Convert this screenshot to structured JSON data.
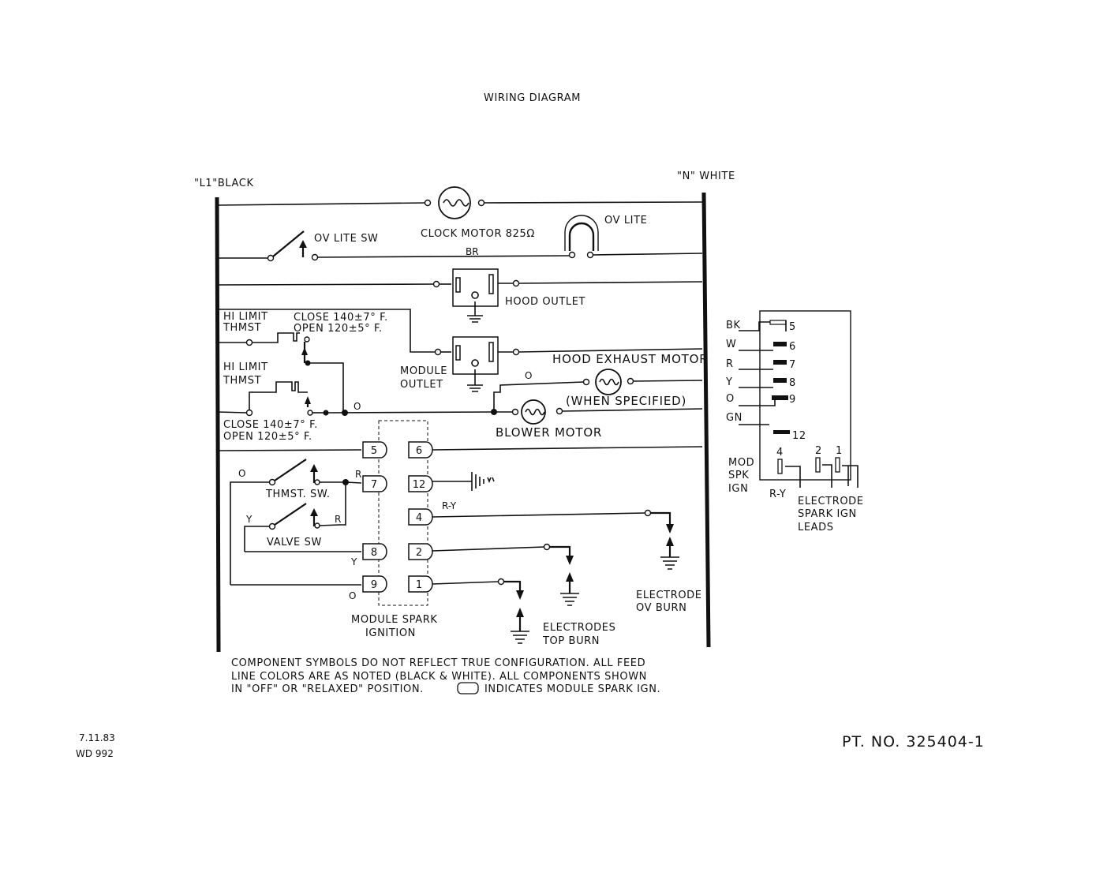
{
  "title": "WIRING DIAGRAM",
  "lines": {
    "l1": "\"L1\"BLACK",
    "n": "\"N\" WHITE"
  },
  "components": {
    "clock_motor": "CLOCK MOTOR 825Ω",
    "ov_lite": "OV LITE",
    "ov_lite_sw": "OV LITE SW",
    "br": "BR",
    "hood_outlet": "HOOD OUTLET",
    "hi_limit_1": "HI LIMIT",
    "thmst_1": "THMST",
    "close_1": "CLOSE  140±7° F.",
    "open_1": "OPEN   120±5° F.",
    "hi_limit_2": "HI LIMIT",
    "thmst_2": "THMST",
    "close_2": "CLOSE 140±7° F.",
    "open_2": "OPEN  120±5° F.",
    "o_junction": "O",
    "module_outlet_1": "MODULE",
    "module_outlet_2": "OUTLET",
    "hood_exhaust_motor": "HOOD EXHAUST MOTOR",
    "o_exhaust": "O",
    "when_specified": "(WHEN SPECIFIED)",
    "blower_motor": "BLOWER MOTOR",
    "thmst_sw": "THMST. SW.",
    "valve_sw": "VALVE SW",
    "wire_o": "O",
    "wire_y": "Y",
    "wire_r1": "R",
    "wire_r2": "R",
    "wire_y2": "Y",
    "wire_o2": "O",
    "wire_ry": "R-Y",
    "module_spark_1": "MODULE SPARK",
    "module_spark_2": "IGNITION",
    "electrodes_top_1": "ELECTRODES",
    "electrodes_top_2": "TOP BURN",
    "electrode_ov_1": "ELECTRODE",
    "electrode_ov_2": "OV BURN"
  },
  "module_pins_left": [
    "5",
    "7",
    "8",
    "9"
  ],
  "module_pins_right": [
    "6",
    "12",
    "4",
    "2",
    "1"
  ],
  "connector": {
    "wires": [
      "BK",
      "W",
      "R",
      "Y",
      "O",
      "GN"
    ],
    "pins": [
      "5",
      "6",
      "7",
      "8",
      "9",
      "12"
    ],
    "bottom_pins": [
      "4",
      "2",
      "1"
    ],
    "side_label": [
      "MOD",
      "SPK",
      "IGN"
    ],
    "ry": "R-Y",
    "leads": [
      "ELECTRODE",
      "SPARK IGN",
      "LEADS"
    ]
  },
  "notes": [
    "COMPONENT SYMBOLS DO NOT REFLECT TRUE CONFIGURATION.  ALL FEED",
    "LINE COLORS ARE AS NOTED (BLACK & WHITE).  ALL COMPONENTS SHOWN",
    "IN \"OFF\" OR \"RELAXED\" POSITION.",
    "INDICATES MODULE SPARK IGN."
  ],
  "footer": {
    "date": "7.11.83",
    "code": "WD 992",
    "part_no": "PT. NO. 325404-1"
  }
}
